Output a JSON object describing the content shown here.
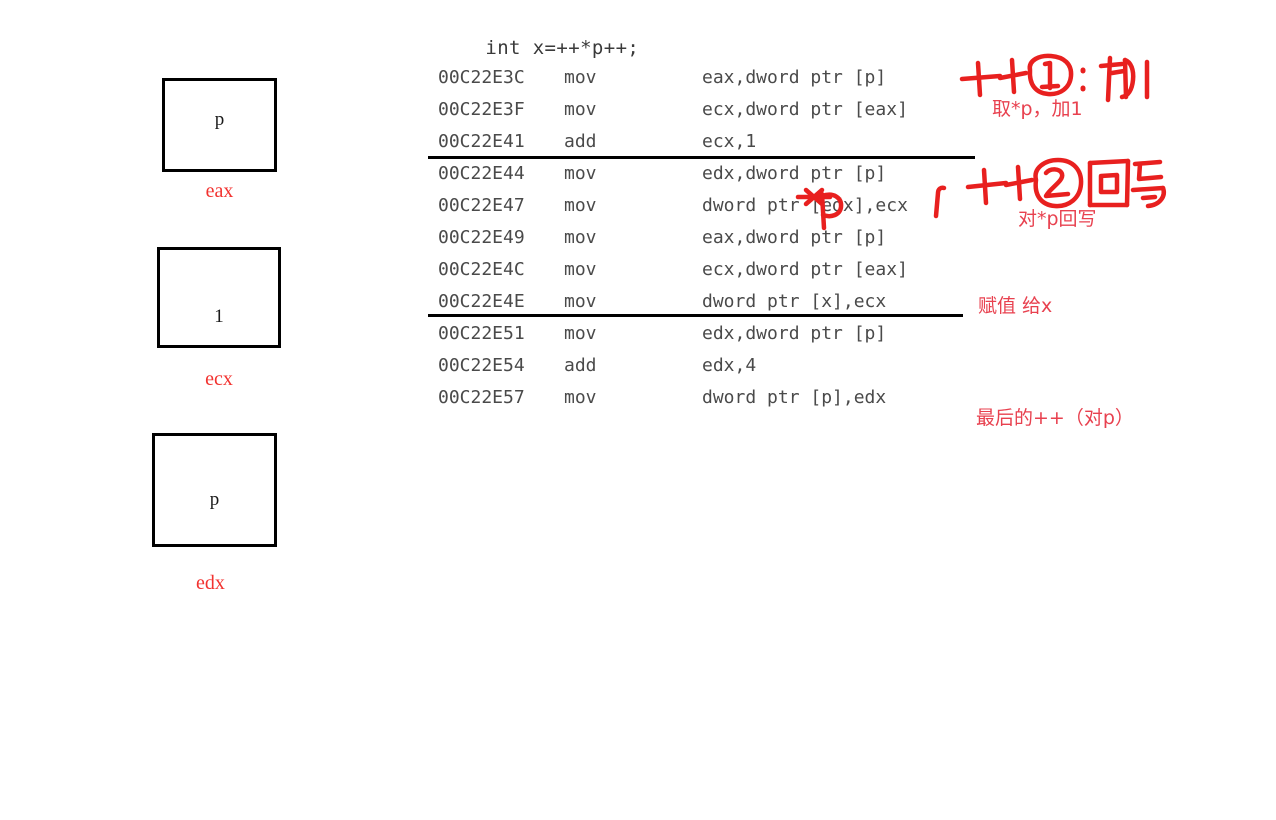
{
  "source_line": "    int x=++*p++;",
  "registers": [
    {
      "value": "p",
      "label": "eax"
    },
    {
      "value": "1",
      "label": "ecx"
    },
    {
      "value": "p",
      "label": "edx"
    }
  ],
  "instructions": [
    {
      "address": "00C22E3C",
      "mnemonic": "mov",
      "operands": "eax,dword ptr [p]"
    },
    {
      "address": "00C22E3F",
      "mnemonic": "mov",
      "operands": "ecx,dword ptr [eax]"
    },
    {
      "address": "00C22E41",
      "mnemonic": "add",
      "operands": "ecx,1"
    },
    {
      "address": "00C22E44",
      "mnemonic": "mov",
      "operands": "edx,dword ptr [p]"
    },
    {
      "address": "00C22E47",
      "mnemonic": "mov",
      "operands": "dword ptr [edx],ecx"
    },
    {
      "address": "00C22E49",
      "mnemonic": "mov",
      "operands": "eax,dword ptr [p]"
    },
    {
      "address": "00C22E4C",
      "mnemonic": "mov",
      "operands": "ecx,dword ptr [eax]"
    },
    {
      "address": "00C22E4E",
      "mnemonic": "mov",
      "operands": "dword ptr [x],ecx"
    },
    {
      "address": "00C22E51",
      "mnemonic": "mov",
      "operands": "edx,dword ptr [p]"
    },
    {
      "address": "00C22E54",
      "mnemonic": "add",
      "operands": "edx,4"
    },
    {
      "address": "00C22E57",
      "mnemonic": "mov",
      "operands": "dword ptr [p],edx"
    }
  ],
  "annotations": {
    "group1_handwritten": "++①:加1",
    "group1_typed": "取*p，加1",
    "group2_handwritten": "++②回写",
    "group2_typed": "对*p回写",
    "group3_typed": "赋值 给x",
    "group4_typed": "最后的++（对p）",
    "inline_star_p": "*p"
  },
  "colors": {
    "ink_red": "#e8201f",
    "text_red": "#e8414f",
    "asm_text": "#4a4a4a",
    "box_border": "#000000",
    "separator": "#000000",
    "background": "#ffffff"
  }
}
